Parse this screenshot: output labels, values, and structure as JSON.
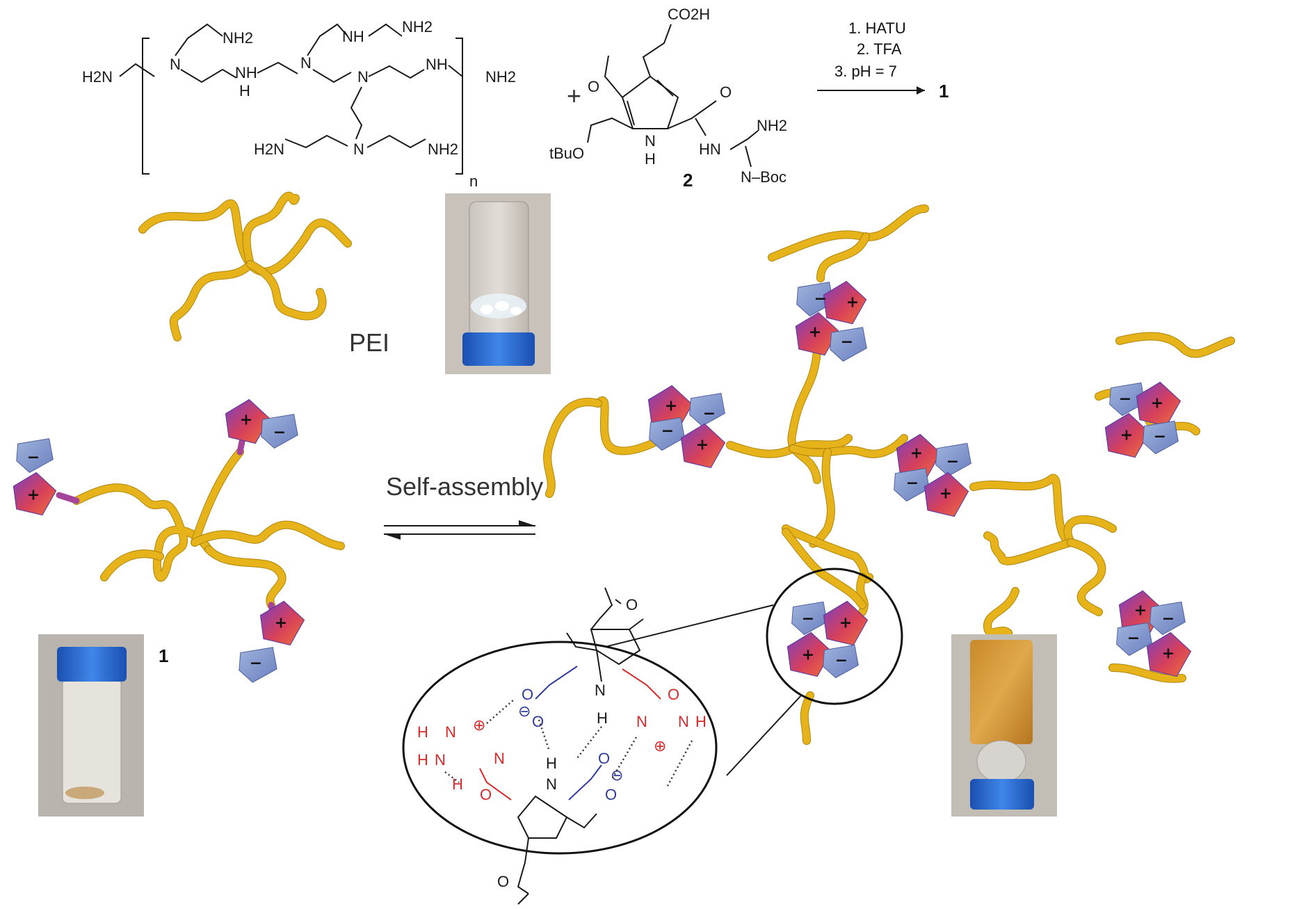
{
  "scheme": {
    "pei": {
      "nh2": "NH2",
      "nh": "NH",
      "n": "N",
      "h": "H",
      "h2n": "H2N",
      "repeat": "n"
    },
    "reagent_2": {
      "label": "2",
      "co2h": "CO2H",
      "ester": "tBuO",
      "pyrrole_nh_n": "N",
      "pyrrole_nh_h": "H",
      "amide_nh": "HN",
      "nh2": "NH2",
      "nboc": "N–Boc"
    },
    "plus_sign": "+",
    "conditions": [
      "1. HATU",
      "2. TFA",
      "3. pH = 7"
    ],
    "product_label": "1"
  },
  "illustration": {
    "pei_label": "PEI",
    "compound_label": "1",
    "arrow_label": "Self-assembly",
    "plus_sign": "+",
    "minus_sign": "−"
  },
  "zoom_inset": {
    "carbonyl_o": "O",
    "pyrrole_n": "N",
    "pyrrole_h": "H",
    "guanidinium_h": "H",
    "guanidinium_n": "N",
    "carboxylate_o": "O",
    "charge_plus": "⊕",
    "charge_minus": "⊖"
  },
  "colors": {
    "polymer": "#e6b31a",
    "cation_red": "#d42a2a",
    "anion_blue": "#2f3b9a",
    "linker": "#a4459a"
  }
}
